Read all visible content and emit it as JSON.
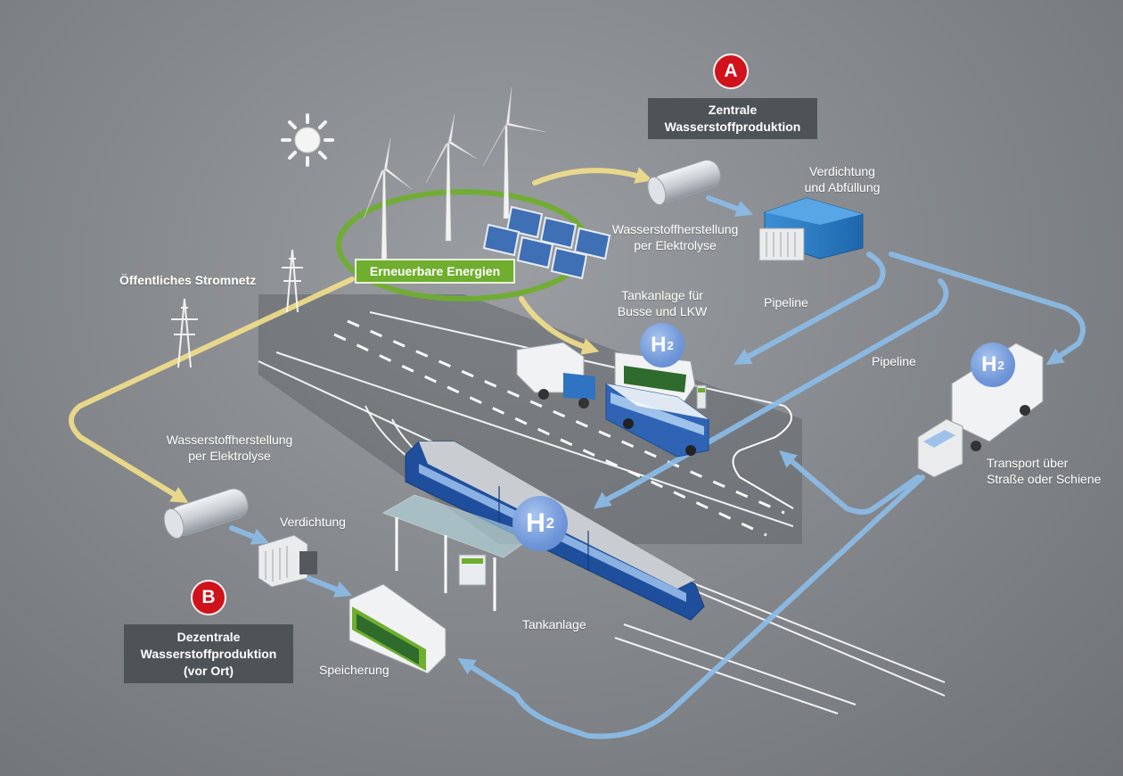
{
  "colors": {
    "background": "#86898d",
    "road": "#5c6064",
    "electricity_arrow": "#f2e08a",
    "hydrogen_arrow": "#8cbde9",
    "badge_red": "#d0121b",
    "renewable_green": "#6fae2e",
    "label_box": "#4e5358",
    "h2_bubble": "#6f96d8"
  },
  "badges": {
    "a": "A",
    "b": "B"
  },
  "central": {
    "title_line1": "Zentrale",
    "title_line2": "Wasserstoffproduktion"
  },
  "decentral": {
    "title_line1": "Dezentrale",
    "title_line2": "Wasserstoffproduktion",
    "title_line3": "(vor Ort)"
  },
  "renewable": {
    "label": "Erneuerbare Energien"
  },
  "labels": {
    "grid": "Öffentliches Stromnetz",
    "electrolysis_central_1": "Wasserstoffherstellung",
    "electrolysis_central_2": "per Elektrolyse",
    "compression_filling_1": "Verdichtung",
    "compression_filling_2": "und Abfüllung",
    "station_bus_truck_1": "Tankanlage für",
    "station_bus_truck_2": "Busse und LKW",
    "pipeline_1": "Pipeline",
    "pipeline_2": "Pipeline",
    "transport_1": "Transport über",
    "transport_2": "Straße oder Schiene",
    "electrolysis_local_1": "Wasserstoffherstellung",
    "electrolysis_local_2": "per Elektrolyse",
    "compression": "Verdichtung",
    "station_train": "Tankanlage",
    "storage": "Speicherung"
  },
  "h2": {
    "symbol": "H",
    "subscript": "2"
  },
  "icons": [
    "sun-icon",
    "wind-turbine-icon",
    "solar-panel-icon",
    "power-pylon-icon",
    "electrolyser-icon",
    "container-icon",
    "truck-icon",
    "bus-icon",
    "train-icon",
    "fuel-station-icon",
    "storage-icon"
  ]
}
